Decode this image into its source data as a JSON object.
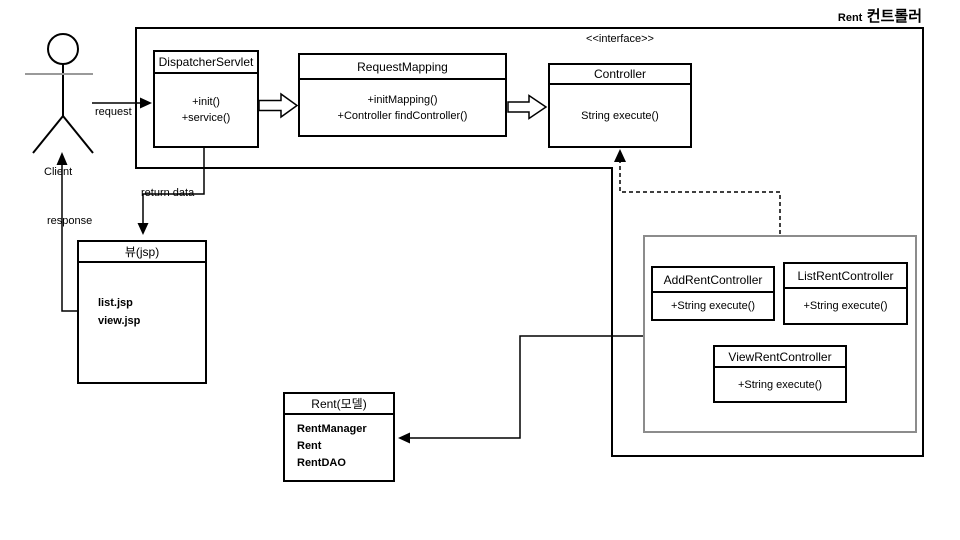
{
  "frame": {
    "title_en": "Rent",
    "title_ko": "컨트롤러"
  },
  "actor": {
    "label": "Client"
  },
  "edges": {
    "request": "request",
    "response": "response",
    "return_data": "return data"
  },
  "classes": {
    "dispatcher_servlet": {
      "title": "DispatcherServlet",
      "members": [
        "+init()",
        "+service()"
      ]
    },
    "request_mapping": {
      "title": "RequestMapping",
      "members": [
        "+initMapping()",
        "+Controller findController()"
      ]
    },
    "controller": {
      "stereotype": "<<interface>>",
      "title": "Controller",
      "members": [
        "String execute()"
      ]
    },
    "view_jsp": {
      "title": "뷰(jsp)",
      "members": [
        "list.jsp",
        "view.jsp"
      ]
    },
    "rent_model": {
      "title": "Rent(모델)",
      "members": [
        "RentManager",
        "Rent",
        "RentDAO"
      ]
    },
    "add_rent_controller": {
      "title": "AddRentController",
      "members": [
        "+String execute()"
      ]
    },
    "list_rent_controller": {
      "title": "ListRentController",
      "members": [
        "+String execute()"
      ]
    },
    "view_rent_controller": {
      "title": "ViewRentController",
      "members": [
        "+String execute()"
      ]
    }
  },
  "colors": {
    "line": "#000000",
    "group_border": "#8c8c8c",
    "actor_arm": "#9a9a9a",
    "background": "#ffffff"
  }
}
